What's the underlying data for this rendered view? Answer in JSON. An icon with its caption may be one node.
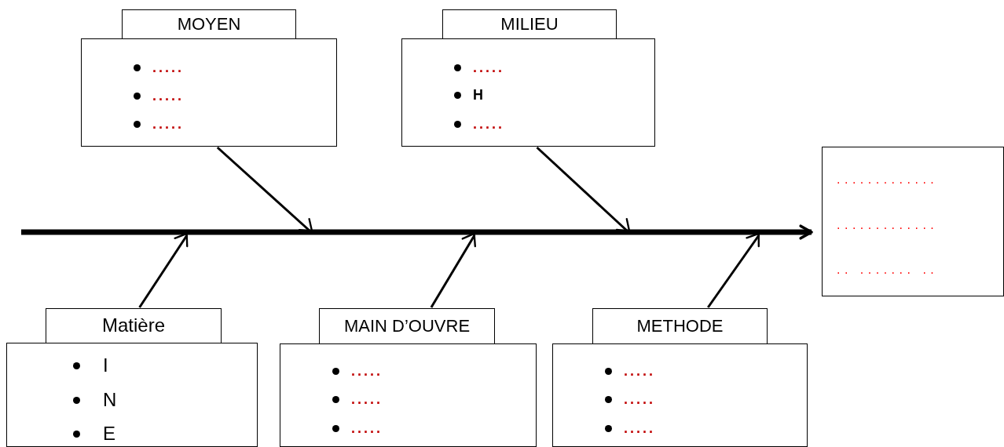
{
  "diagram": {
    "nodes": [
      {
        "text": [
          "MOYEN",
          ".....",
          ".....",
          "....."
        ]
      },
      {
        "text": [
          "MILIEU",
          ".....",
          "H",
          "....."
        ]
      },
      {
        "text": [
          ".............",
          ".............",
          ".. ....... .."
        ]
      },
      {
        "text": [
          "Matière",
          "I",
          "N",
          "E"
        ]
      },
      {
        "text": [
          "MAIN D’OUVRE",
          ".....",
          ".....",
          "....."
        ]
      },
      {
        "text": [
          "METHODE",
          ".....",
          ".....",
          "....."
        ]
      }
    ],
    "edges": [
      {
        "from": null,
        "to": 2,
        "arrow": "to",
        "style": "thick"
      },
      {
        "from": 0,
        "to": null,
        "arrow": "to"
      },
      {
        "from": 1,
        "to": null,
        "arrow": "to"
      },
      {
        "from": 3,
        "to": null,
        "arrow": "to"
      },
      {
        "from": 4,
        "to": null,
        "arrow": "to"
      },
      {
        "from": 5,
        "to": null,
        "arrow": "to"
      }
    ]
  }
}
